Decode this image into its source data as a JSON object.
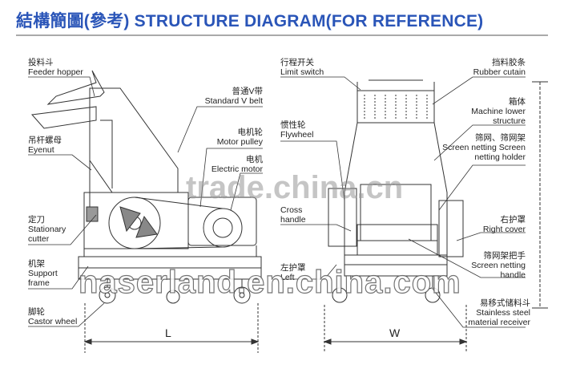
{
  "title": "結構簡圖(參考) STRUCTURE DIAGRAM(FOR REFERENCE)",
  "left_labels": [
    {
      "id": "feeder-hopper",
      "zh": "投料斗",
      "en": "Feeder hopper"
    },
    {
      "id": "eyenut",
      "zh": "吊杆螺母",
      "en": "Eyenut"
    },
    {
      "id": "stationary-cutter",
      "zh": "定刀",
      "en": "Stationary cutter"
    },
    {
      "id": "support-frame",
      "zh": "机架",
      "en": "Support frame"
    },
    {
      "id": "castor-wheel",
      "zh": "脚轮",
      "en": "Castor wheel"
    }
  ],
  "middle_labels": [
    {
      "id": "standard-v-belt",
      "zh": "普通V带",
      "en": "Standard V belt"
    },
    {
      "id": "motor-pulley",
      "zh": "电机轮",
      "en": "Motor pulley"
    },
    {
      "id": "electric-motor",
      "zh": "电机",
      "en": "Electric motor"
    }
  ],
  "side_view_labels": [
    {
      "id": "limit-switch",
      "zh": "行程开关",
      "en": "Limit switch"
    },
    {
      "id": "flywheel",
      "zh": "惯性轮",
      "en": "Flywheel"
    },
    {
      "id": "cross-handle",
      "zh": "",
      "en": "Cross handle"
    },
    {
      "id": "left-cover",
      "zh": "左护罩",
      "en": "Left"
    }
  ],
  "right_labels": [
    {
      "id": "rubber-curtain",
      "zh": "挡料胶条",
      "en": "Rubber cutain"
    },
    {
      "id": "machine-lower-structure",
      "zh": "箱体",
      "en": "Machine lower structure"
    },
    {
      "id": "screen-netting",
      "zh": "筛网、筛网架",
      "en": "Screen netting Screen netting holder"
    },
    {
      "id": "right-cover",
      "zh": "右护罩",
      "en": "Right cover"
    },
    {
      "id": "screen-netting-handle",
      "zh": "筛网架把手",
      "en": "Screen netting handle"
    },
    {
      "id": "material-receiver",
      "zh": "易移式储料斗",
      "en": "Stainless steel material receiver"
    }
  ],
  "dimensions": {
    "length": "L",
    "width": "W"
  },
  "watermarks": {
    "center": "trade.china.cn",
    "bottom": "naserland.en.china.com"
  }
}
